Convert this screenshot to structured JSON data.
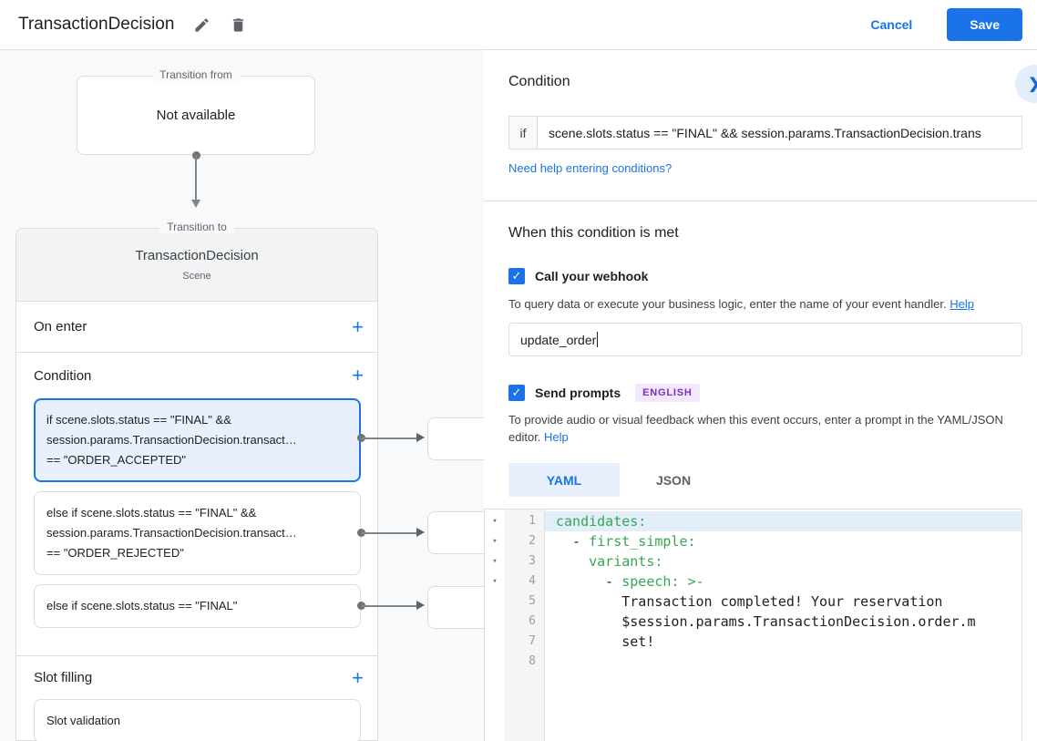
{
  "colors": {
    "accent": "#1a73e8",
    "selected_card_bg": "#e8f1fb",
    "yaml_key_green": "#34a853",
    "badge_purple": "#7b2fc0",
    "badge_bg": "#f2e7fd"
  },
  "icons": {
    "plus": "+",
    "chevron_right": "❯",
    "fold": "▾",
    "check": "✓"
  },
  "header": {
    "title": "TransactionDecision",
    "cancel_label": "Cancel",
    "save_label": "Save"
  },
  "diagram": {
    "transition_from": {
      "legend": "Transition from",
      "content": "Not available"
    },
    "transition_to": {
      "legend": "Transition to",
      "title": "TransactionDecision",
      "subtitle": "Scene",
      "on_enter_label": "On enter",
      "condition_label": "Condition",
      "slot_filling_label": "Slot filling",
      "conditions": [
        {
          "lines": [
            "if scene.slots.status == \"FINAL\" &&",
            "session.params.TransactionDecision.transact…",
            "== \"ORDER_ACCEPTED\""
          ]
        },
        {
          "lines": [
            "else if scene.slots.status == \"FINAL\" &&",
            "session.params.TransactionDecision.transact…",
            "== \"ORDER_REJECTED\""
          ]
        },
        {
          "lines": [
            "else if scene.slots.status == \"FINAL\""
          ]
        }
      ],
      "slot_item": "Slot validation"
    }
  },
  "panel": {
    "condition": {
      "title": "Condition",
      "if_label": "if",
      "expression": "scene.slots.status == \"FINAL\" && session.params.TransactionDecision.trans",
      "help_link": "Need help entering conditions?"
    },
    "when_met": {
      "title": "When this condition is met",
      "webhook": {
        "label": "Call your webhook",
        "description": "To query data or execute your business logic, enter the name of your event handler.",
        "help_label": "Help",
        "value": "update_order"
      },
      "prompts": {
        "label": "Send prompts",
        "badge": "ENGLISH",
        "description": "To provide audio or visual feedback when this event occurs, enter a prompt in the YAML/JSON editor.",
        "help_label": "Help",
        "tab_yaml": "YAML",
        "tab_json": "JSON"
      }
    }
  },
  "editor": {
    "lines": [
      {
        "num": 1,
        "segments": [
          {
            "t": "candidates:"
          }
        ]
      },
      {
        "num": 2,
        "segments": [
          {
            "t": "  - "
          },
          {
            "t": "first_simple:"
          }
        ]
      },
      {
        "num": 3,
        "segments": [
          {
            "t": "    "
          },
          {
            "t": "variants:"
          }
        ]
      },
      {
        "num": 4,
        "segments": [
          {
            "t": "      - "
          },
          {
            "t": "speech: >-"
          }
        ]
      },
      {
        "num": 5,
        "segments": [
          {
            "t": "        Transaction completed! Your reservation"
          }
        ]
      },
      {
        "num": 6,
        "segments": [
          {
            "t": "        $session.params.TransactionDecision.order.m"
          }
        ]
      },
      {
        "num": 7,
        "segments": [
          {
            "t": "        set!"
          }
        ]
      },
      {
        "num": 8,
        "segments": []
      }
    ]
  }
}
